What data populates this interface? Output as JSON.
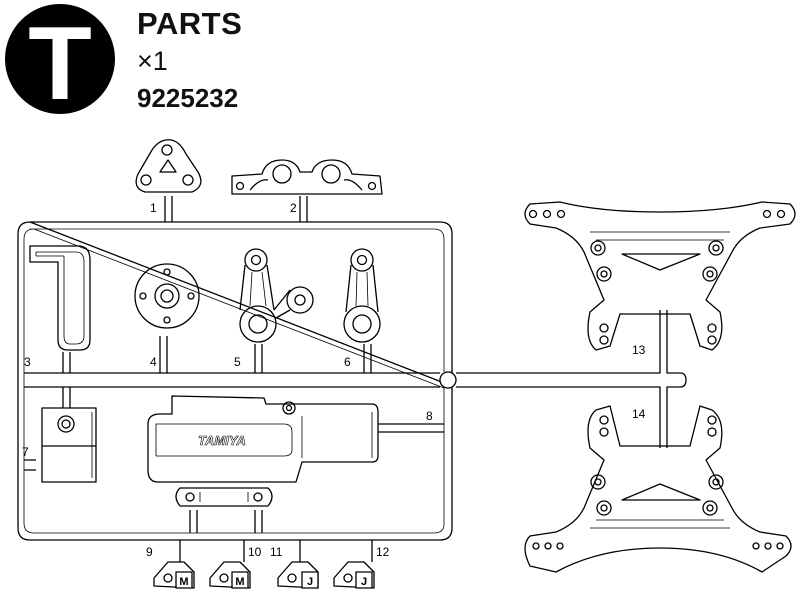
{
  "header": {
    "badge_letter": "T",
    "title": "PARTS",
    "quantity": "×1",
    "part_number": "9225232"
  },
  "parts": [
    {
      "number": "1"
    },
    {
      "number": "2"
    },
    {
      "number": "3"
    },
    {
      "number": "4"
    },
    {
      "number": "5"
    },
    {
      "number": "6"
    },
    {
      "number": "7"
    },
    {
      "number": "8"
    },
    {
      "number": "9",
      "mark": "M"
    },
    {
      "number": "10",
      "mark": "M"
    },
    {
      "number": "11",
      "mark": "J"
    },
    {
      "number": "12",
      "mark": "J"
    },
    {
      "number": "13"
    },
    {
      "number": "14"
    }
  ],
  "cover_logo": "TAMIYA",
  "colors": {
    "line": "#000000",
    "badge": "#000000",
    "background": "#ffffff"
  }
}
